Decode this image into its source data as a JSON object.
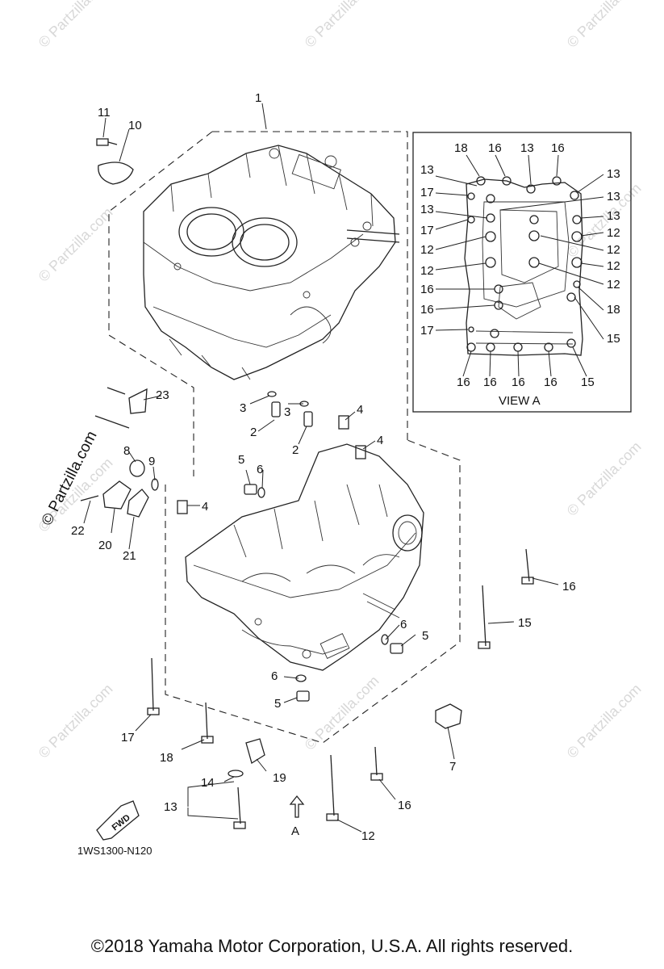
{
  "watermark_text": "© Partzilla.com",
  "side_credit": "© Partzilla.com",
  "view_a_title": "VIEW A",
  "fwd_label": "FWD",
  "view_arrow_label": "A",
  "diagram_code": "1WS1300-N120",
  "copyright": "©2018  Yamaha Motor Corporation, U.S.A. All rights reserved.",
  "callouts_main": [
    "1",
    "2",
    "2",
    "3",
    "3",
    "4",
    "4",
    "4",
    "5",
    "5",
    "5",
    "6",
    "6",
    "6",
    "7",
    "8",
    "9",
    "10",
    "11",
    "12",
    "13",
    "14",
    "15",
    "16",
    "16",
    "17",
    "18",
    "19",
    "20",
    "21",
    "22",
    "23"
  ],
  "callouts_view_a": [
    "18",
    "16",
    "13",
    "16",
    "13",
    "13",
    "17",
    "13",
    "13",
    "17",
    "13",
    "12",
    "12",
    "12",
    "12",
    "12",
    "12",
    "16",
    "16",
    "18",
    "17",
    "15",
    "16",
    "16",
    "16",
    "16",
    "15"
  ]
}
